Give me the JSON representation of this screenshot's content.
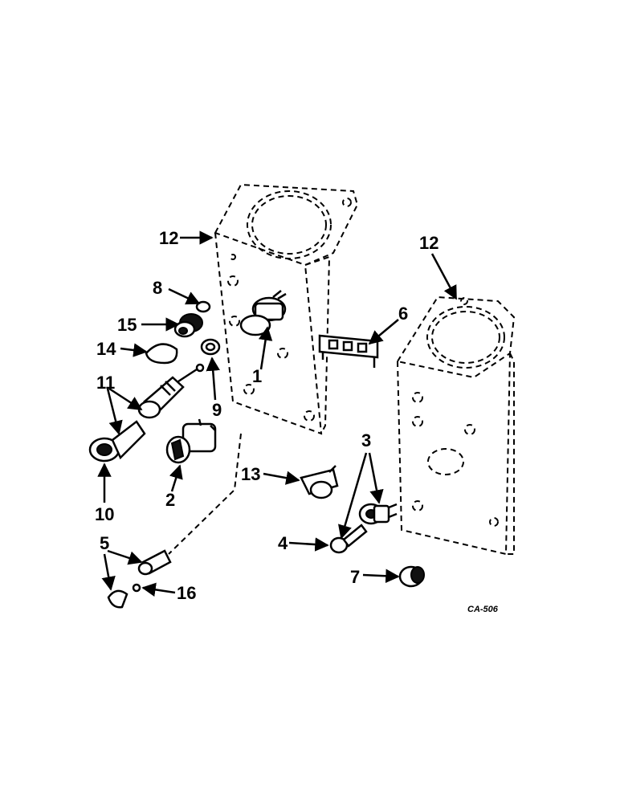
{
  "diagram": {
    "callouts": [
      "1",
      "2",
      "3",
      "4",
      "5",
      "6",
      "7",
      "8",
      "9",
      "10",
      "11",
      "12",
      "13",
      "14",
      "15",
      "16"
    ],
    "drawing_code": "CA-506"
  }
}
